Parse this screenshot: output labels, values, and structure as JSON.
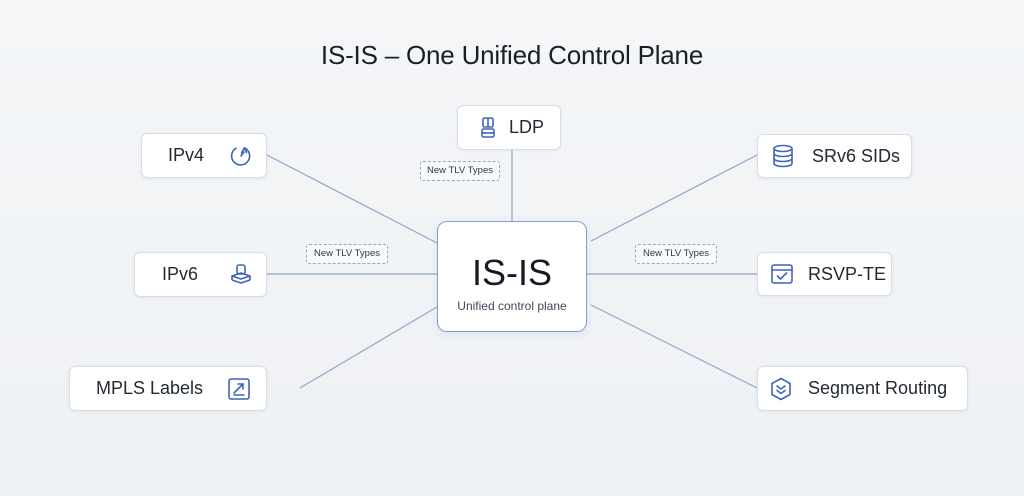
{
  "title": "IS-IS – One Unified Control Plane",
  "hub": {
    "title": "IS-IS",
    "subtitle": "Unified control plane"
  },
  "nodes": {
    "ldp": {
      "label": "LDP",
      "icon": "server-rack-icon"
    },
    "ipv4": {
      "label": "IPv4",
      "icon": "refresh-arrow-icon"
    },
    "ipv6": {
      "label": "IPv6",
      "icon": "stack-icon"
    },
    "mpls": {
      "label": "MPLS Labels",
      "icon": "chart-box-icon"
    },
    "srv6": {
      "label": "SRv6 SIDs",
      "icon": "database-icon"
    },
    "rsvp": {
      "label": "RSVP-TE",
      "icon": "check-window-icon"
    },
    "segment_routing": {
      "label": "Segment Routing",
      "icon": "hexagon-chevron-icon"
    }
  },
  "tags": {
    "top": "New TLV Types",
    "left": "New TLV Types",
    "right": "New TLV Types"
  },
  "colors": {
    "accent": "#3f64b8",
    "line": "#8ea6c9",
    "hub_border": "#7f9fd0"
  }
}
